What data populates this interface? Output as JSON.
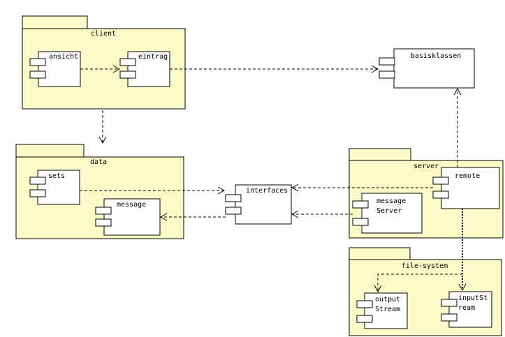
{
  "diagram": {
    "colors": {
      "package_fill": "#ffffcc",
      "stroke": "#000000",
      "component_fill": "#ffffff"
    },
    "packages": {
      "client": {
        "label": "client"
      },
      "data": {
        "label": "data"
      },
      "server": {
        "label": "server"
      },
      "file_system": {
        "label": "file-system"
      }
    },
    "components": {
      "ansicht": {
        "label": "ansicht"
      },
      "eintrag": {
        "label": "eintrag"
      },
      "basisklassen": {
        "label": "basisklassen"
      },
      "sets": {
        "label": "sets"
      },
      "message": {
        "label": "message"
      },
      "interfaces": {
        "label": "interfaces"
      },
      "remote": {
        "label": "remote"
      },
      "message_server": {
        "label_line1": "message",
        "label_line2": "Server"
      },
      "output_stream": {
        "label_line1": "output",
        "label_line2": "Stream"
      },
      "input_stream": {
        "label_line1": "inputSt",
        "label_line2": "ream"
      }
    },
    "dependencies": [
      {
        "from": "ansicht",
        "to": "eintrag"
      },
      {
        "from": "eintrag",
        "to": "basisklassen"
      },
      {
        "from": "client",
        "to": "data"
      },
      {
        "from": "sets",
        "to": "interfaces"
      },
      {
        "from": "interfaces",
        "to": "message"
      },
      {
        "from": "remote",
        "to": "interfaces"
      },
      {
        "from": "message_server",
        "to": "interfaces"
      },
      {
        "from": "remote",
        "to": "basisklassen"
      },
      {
        "from": "remote",
        "to": "input_stream"
      },
      {
        "from": "remote",
        "to": "output_stream"
      }
    ]
  }
}
